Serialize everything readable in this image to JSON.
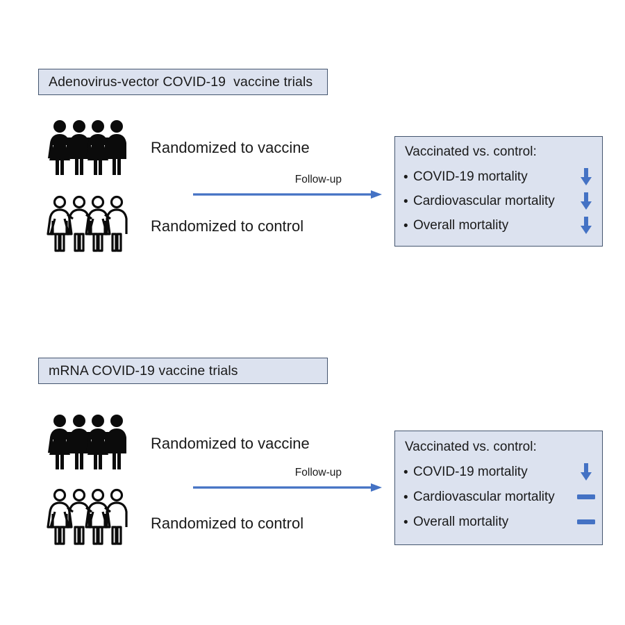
{
  "figure": {
    "background_color": "#ffffff",
    "accent_color": "#4472c4",
    "box_fill_color": "#dce2ef",
    "box_border_color": "#43546e"
  },
  "sections": [
    {
      "title": "Adenovirus-vector COVID-19  vaccine trials",
      "arms": [
        {
          "label": "Randomized to vaccine",
          "icon": "people-filled-group"
        },
        {
          "label": "Randomized to control",
          "icon": "people-outline-group"
        }
      ],
      "followup": {
        "label": "Follow-up",
        "icon": "arrow-right-icon"
      },
      "result": {
        "heading": "Vaccinated vs. control:",
        "rows": [
          {
            "bullet": "•",
            "label": "COVID-19 mortality",
            "icon": "arrow-down-icon"
          },
          {
            "bullet": "•",
            "label": "Cardiovascular mortality",
            "icon": "arrow-down-icon"
          },
          {
            "bullet": "•",
            "label": "Overall mortality",
            "icon": "arrow-down-icon"
          }
        ]
      }
    },
    {
      "title": "mRNA COVID-19 vaccine trials",
      "arms": [
        {
          "label": "Randomized to vaccine",
          "icon": "people-filled-group"
        },
        {
          "label": "Randomized to control",
          "icon": "people-outline-group"
        }
      ],
      "followup": {
        "label": "Follow-up",
        "icon": "arrow-right-icon"
      },
      "result": {
        "heading": "Vaccinated vs. control:",
        "rows": [
          {
            "bullet": "•",
            "label": "COVID-19 mortality",
            "icon": "arrow-down-icon"
          },
          {
            "bullet": "•",
            "label": "Cardiovascular mortality",
            "icon": "dash-icon"
          },
          {
            "bullet": "•",
            "label": "Overall mortality",
            "icon": "dash-icon"
          }
        ]
      }
    }
  ]
}
